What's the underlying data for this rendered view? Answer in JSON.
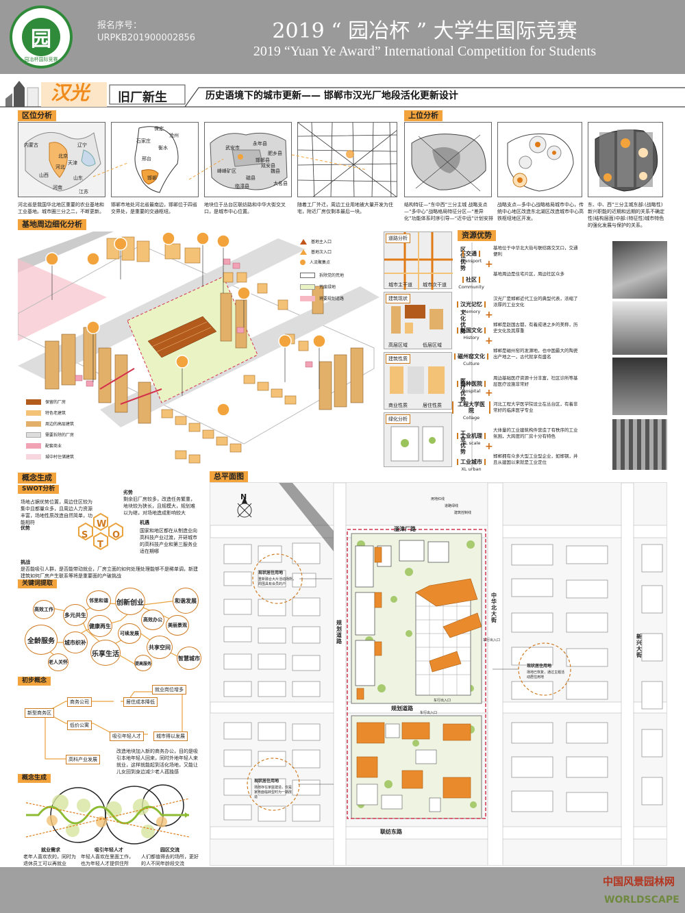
{
  "header": {
    "logo_char": "园",
    "logo_caption": "园冶杯国际竞赛",
    "reg_label": "报名序号：",
    "reg_no": "URPKB201900002856",
    "title_cn": "2019 “ 园冶杯 ” 大学生国际竞赛",
    "title_en": "2019 “Yuan Ye Award” International Competition for  Students"
  },
  "banner": {
    "brand": "汉光",
    "subtitle": "旧厂新生",
    "project_title": "历史语境下的城市更新—— 邯郸市汉光厂地段活化更新设计"
  },
  "location": {
    "title": "区位分析",
    "map_labels": [
      "内蒙古",
      "辽宁",
      "北京",
      "天津",
      "河北",
      "山西",
      "山东",
      "河南",
      "江苏"
    ],
    "map2_labels": [
      "保定",
      "沧州",
      "石家庄",
      "衡水",
      "邢台",
      "邯郸"
    ],
    "map3_labels": [
      "武安市",
      "永年县",
      "磁县",
      "峰峰矿区",
      "邯郸县",
      "肥乡县",
      "魏县",
      "大名县",
      "成安县",
      "临漳县"
    ],
    "captions": [
      "河北省是我国华北地区重要的农业基地和工业基地。城市圈三分之二，不断更新。",
      "邯郸市地处河北省最南边，邯郸位于四省交界处，是重要的交通枢纽。",
      "地块位于丛台区联纺路和中华大街交叉口，是城市中心位置。",
      "随着工厂外迁，周边工业用地被大量开发为住宅，附近厂房仅剩本最后一块。"
    ]
  },
  "upper": {
    "title": "上位分析",
    "captions": [
      "结构特征—“东中西”三分主城 战略支点—“多中心”战略格局特征分区—“差异化”功能体系时序引导—“近中远”计划安排",
      "战略支点—多中心战略格局城市中心，传统中心地区改造东北湖区改造城市中心高铁枢纽地区开发。",
      "东、中、西”三分主城东部:(战略性)新兴职能的近期和远期的关系不确定性(结构层面)中部:(特征性)城市特色的强化发展与保护的关系。"
    ]
  },
  "surrounding": {
    "title": "基地周边细化分析",
    "legend_top": [
      "基地主入口",
      "基地次入口",
      "人流聚集点",
      "拆除党的荒地",
      "荒废绿地",
      "将要规划道路"
    ],
    "legend_bottom": [
      "保留的厂房",
      "特色老建筑",
      "周边的高层建筑",
      "需要拆除的厂房",
      "配套商业",
      "城中村住储建筑"
    ],
    "strip_titles": [
      "道路分析",
      "建筑现状",
      "建筑性质",
      "绿化分析"
    ],
    "strip_labels": [
      "城市主干道",
      "城市次干道",
      "高层区域",
      "低层区域",
      "商业性质",
      "居住性质"
    ]
  },
  "resources": {
    "title": "资源优势",
    "groups": [
      "区位优势",
      "文化优势",
      "医疗优势",
      "工业优势"
    ],
    "items": [
      {
        "tag": "交通",
        "en": "Transport",
        "text": "基地位于中华北大街与联纺路交叉口，交通便利"
      },
      {
        "tag": "社区",
        "en": "Community",
        "text": "基地周边是住宅片区，周边社区众多"
      },
      {
        "tag": "汉光记忆",
        "en": "Memory",
        "text": "汉光厂是邯郸近代工业的典型代表，浓缩了浓厚的工业文化"
      },
      {
        "tag": "赵国文化",
        "en": "History",
        "text": "邯郸是赵国古都，有着成语之乡的美称，历史文化及其厚重"
      },
      {
        "tag": "磁州窑文化",
        "en": "Culture",
        "text": "邯郸是磁州窑的发源地，也中国最大的陶瓷出产地之一，古代就享有盛名"
      },
      {
        "tag": "各种医院",
        "en": "Hospital",
        "text": "周边基础医疗资源十分丰富，社区诊所等基层医疗设施非常好"
      },
      {
        "tag": "工程大学医院",
        "en": "Collage",
        "text": "河北工程大学医学院设立在丛台区，有着非常好的临床医学专业"
      },
      {
        "tag": "工业机理",
        "en": "XL scale",
        "text": "大体量的工业建筑构件营造了有秩序的工业氛围，大跨度的厂房十分有特色"
      },
      {
        "tag": "工业城市",
        "en": "XL urban",
        "text": "邯郸拥有众多大型工业型企业，如邯钢，并且从建国以来就是工业定位"
      }
    ]
  },
  "concept": {
    "title": "概念生成",
    "swot_title": "SWOT分析",
    "swot_letters": [
      "S",
      "W",
      "O",
      "T"
    ],
    "swot_text": {
      "s_label": "优势",
      "s": "场地占据优势位置，周边住区较为集中且都量众多，且周边人力资源丰富，场地性质改造自然简单，功能相符",
      "w_label": "劣势",
      "w": "剩余旧厂房较多，改造任务繁重，地块较为狭长，且规模大，规划难以为继，对场地造成影响较大",
      "o_label": "机遇",
      "o": "国家和地区都在从制造业向高科技产业过渡，开研城市的高科技产业和第三服务业适在期哪",
      "t_label": "挑战",
      "t": "是否能吸引人群，是否能带动就业，厂房立面的如何处理处理能够不是稀单调，新建建筑如何厂房产生联系等将是重要面的产破挑战"
    },
    "keyword_title": "关键词提取",
    "keywords": [
      "邻里和谐",
      "创新创业",
      "和谐发展",
      "高效工作",
      "多元共生",
      "高效办公",
      "健康再生",
      "可续发展",
      "美丽景观",
      "全龄服务",
      "城市织补",
      "乐享生活",
      "共享空间",
      "智慧城市",
      "老人关怀",
      "提高服务"
    ],
    "prelim_title": "初步概念",
    "prelim_nodes": [
      "就业岗位增多",
      "商务公司",
      "居住成本降低",
      "新型商务区",
      "低价公寓",
      "吸引年轻人才",
      "城市得以发展",
      "高科产业发展"
    ],
    "prelim_text": "改造地块加入新的商务办公，目的是吸引本地年轻人回来，同时外地年轻人来就业，这样就能起到活化场地，又能让儿女回到身边减少老人孤独感",
    "gen_title": "概念生成",
    "gen_captions": [
      {
        "h": "就业需求",
        "t": "老年人喜欢农的，同时为退休员工可以再就业"
      },
      {
        "h": "吸引年轻人才",
        "t": "年轻人喜欢在里面工作，也为年轻人才提供住所"
      },
      {
        "h": "园区交流",
        "t": "人们都值得去的场所，更好的人不同年龄段交流"
      }
    ]
  },
  "plan": {
    "title": "总平面图",
    "north": "N",
    "roads": [
      "滏漳厂路",
      "规划道路",
      "中华北大街",
      "新兴大街",
      "规划道路",
      "联纺东路"
    ],
    "callouts": [
      "现状居住用地",
      "现状居住用地",
      "现状居住用地"
    ],
    "callout_notes": [
      "重新融合大片活动场所，周围具有会员的户",
      "场地已恢复，通过主题活动居住用地",
      "场地存在家庭建造，仅是家电面临转型时为一期改造"
    ],
    "annotations": [
      "用地红线",
      "道路绿线",
      "建筑控制线",
      "车行出入口",
      "车行出入口",
      "车行出入口"
    ]
  },
  "watermark": {
    "cn": "中国风景园林网",
    "en": "WORLDSCAPE"
  }
}
